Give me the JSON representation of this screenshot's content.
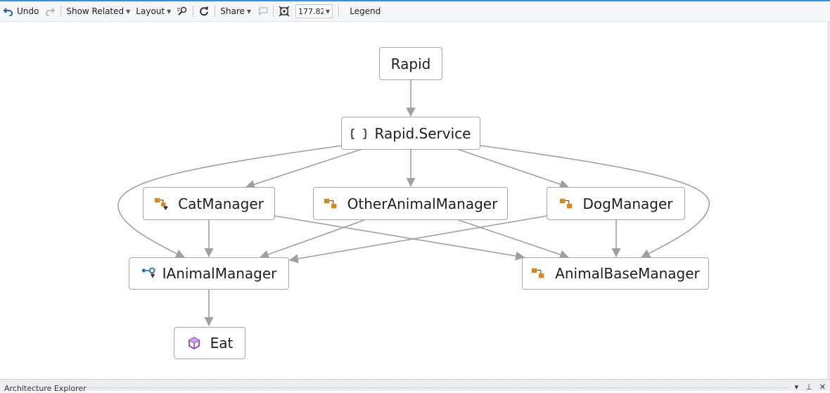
{
  "toolbar": {
    "undo_label": "Undo",
    "show_related_label": "Show Related",
    "layout_label": "Layout",
    "share_label": "Share",
    "zoom_value": "177.82",
    "legend_label": "Legend"
  },
  "graph": {
    "nodes": {
      "rapid": "Rapid",
      "service": "Rapid.Service",
      "cat": "CatManager",
      "other": "OtherAnimalManager",
      "dog": "DogManager",
      "ianimal": "IAnimalManager",
      "base": "AnimalBaseManager",
      "eat": "Eat"
    },
    "icons": {
      "service": "namespace-icon",
      "cat": "class-icon",
      "other": "class-icon",
      "dog": "class-icon",
      "ianimal": "interface-icon",
      "base": "class-icon",
      "eat": "method-icon"
    },
    "colors": {
      "edge": "#a0a0a0",
      "node_border": "#a8a8a8",
      "class_icon": "#d38a18",
      "interface_icon": "#1f6fb5",
      "method_icon": "#8a3fc2"
    }
  },
  "bottom_panel": {
    "title": "Architecture Explorer"
  }
}
